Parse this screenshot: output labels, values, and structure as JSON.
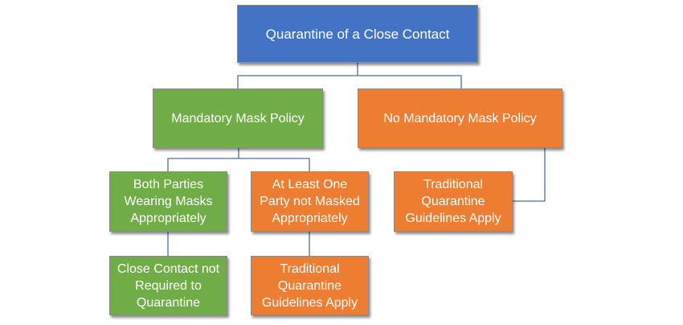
{
  "diagram": {
    "nodes": {
      "root": {
        "label": "Quarantine of a Close Contact",
        "color": "#4472c4"
      },
      "mandatory": {
        "label": "Mandatory Mask Policy",
        "color": "#70ad47"
      },
      "no_mandatory": {
        "label": "No Mandatory Mask Policy",
        "color": "#ed7d31"
      },
      "both_parties": {
        "label": "Both Parties\nWearing Masks\nAppropriately",
        "color": "#70ad47"
      },
      "one_party": {
        "label": "At Least One\nParty not Masked\nAppropriately",
        "color": "#ed7d31"
      },
      "traditional_right": {
        "label": "Traditional\nQuarantine\nGuidelines Apply",
        "color": "#ed7d31"
      },
      "close_contact": {
        "label": "Close Contact not\nRequired to\nQuarantine",
        "color": "#70ad47"
      },
      "traditional_bottom": {
        "label": "Traditional\nQuarantine\nGuidelines Apply",
        "color": "#ed7d31"
      }
    },
    "edges": [
      [
        "root",
        "mandatory"
      ],
      [
        "root",
        "no_mandatory"
      ],
      [
        "mandatory",
        "both_parties"
      ],
      [
        "mandatory",
        "one_party"
      ],
      [
        "no_mandatory",
        "traditional_right"
      ],
      [
        "both_parties",
        "close_contact"
      ],
      [
        "one_party",
        "traditional_bottom"
      ]
    ],
    "connector_color": "#4a6fa5"
  }
}
